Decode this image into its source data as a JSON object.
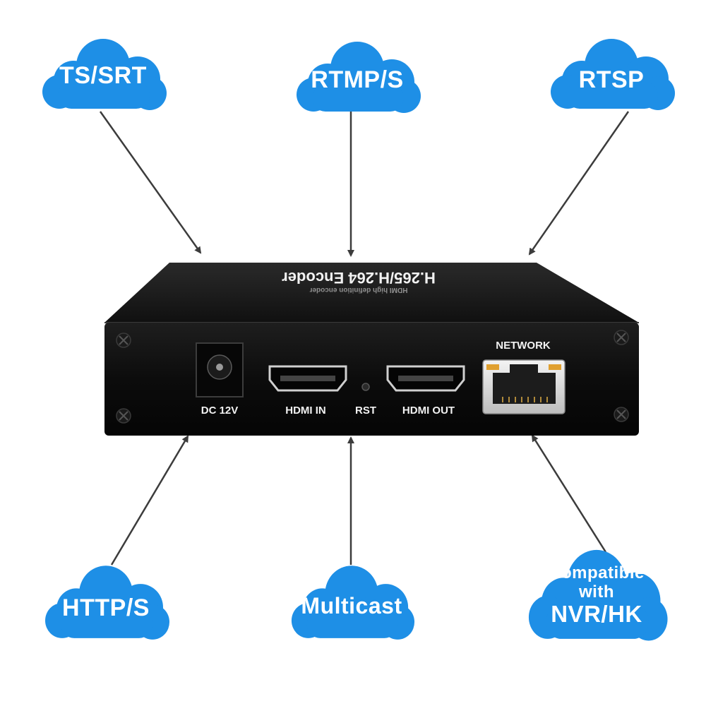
{
  "protocols_top": {
    "ts_srt": "TS/SRT",
    "rtmp_s": "RTMP/S",
    "rtsp": "RTSP"
  },
  "protocols_bottom": {
    "http_s": "HTTP/S",
    "multicast": "Multicast",
    "compat_line1": "Compatible",
    "compat_line2": "with",
    "compat_line3": "NVR/HK"
  },
  "device": {
    "top_title": "H.265/H.264 Encoder",
    "top_subtitle": "HDMI high definition encoder",
    "network_label": "NETWORK",
    "dc_label": "DC 12V",
    "hdmi_in_label": "HDMI IN",
    "rst_label": "RST",
    "hdmi_out_label": "HDMI OUT"
  },
  "colors": {
    "cloud_blue": "#1e8fe6",
    "arrow": "#3c3c3c",
    "device_body": "#111111"
  }
}
